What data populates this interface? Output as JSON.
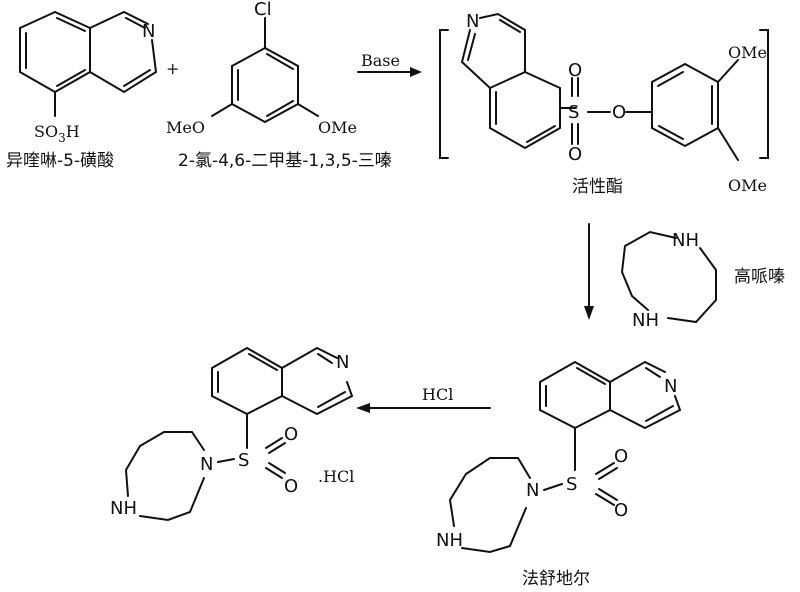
{
  "labels": {
    "plus": "+",
    "step1_reagent": "Base",
    "step3_reagent": "HCl",
    "salt_suffix": ".HCl"
  },
  "captions": {
    "isoquinoline_sulfonic_acid": "异喹啉-5-磺酸",
    "triazine": "2-氯-4,6-二甲基-1,3,5-三嗪",
    "active_ester": "活性酯",
    "homopiperazine": "高哌嗪",
    "fasudil": "法舒地尔"
  },
  "atoms": {
    "N": "N",
    "Cl": "Cl",
    "O": "O",
    "S": "S",
    "NH": "NH",
    "OMe": "OMe",
    "MeO": "MeO",
    "SO3H_main": "SO",
    "SO3H_sub": "3",
    "SO3H_tail": "H"
  }
}
